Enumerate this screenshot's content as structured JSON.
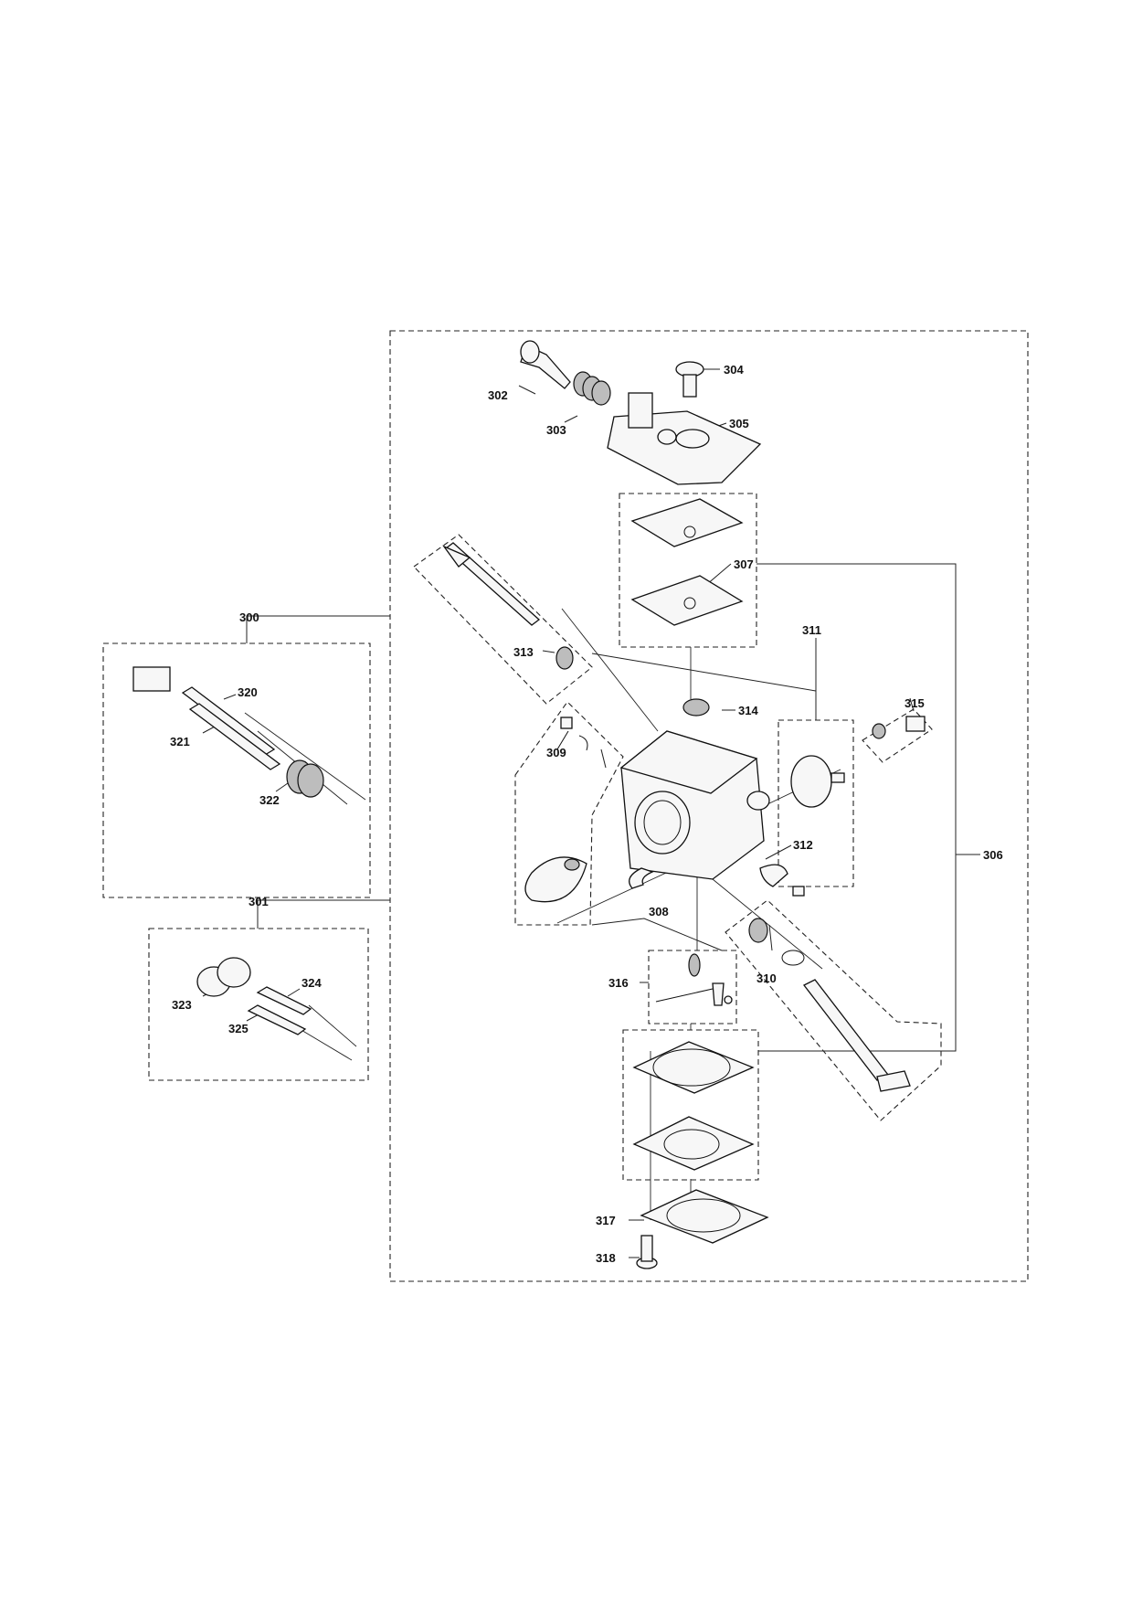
{
  "diagram": {
    "labels": {
      "p300": "300",
      "p301": "301",
      "p302": "302",
      "p303": "303",
      "p304": "304",
      "p305": "305",
      "p306": "306",
      "p307": "307",
      "p308": "308",
      "p309": "309",
      "p310": "310",
      "p311": "311",
      "p312": "312",
      "p313": "313",
      "p314": "314",
      "p315": "315",
      "p316": "316",
      "p317": "317",
      "p318": "318",
      "p320": "320",
      "p321": "321",
      "p322": "322",
      "p323": "323",
      "p324": "324",
      "p325": "325"
    }
  }
}
